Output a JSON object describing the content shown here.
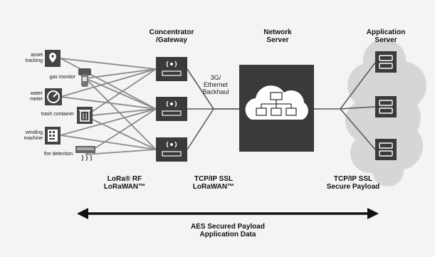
{
  "headers": {
    "concentrator_line1": "Concentrator",
    "concentrator_line2": "/Gateway",
    "network_line1": "Network",
    "network_line2": "Server",
    "app_line1": "Application",
    "app_line2": "Server"
  },
  "backhaul": {
    "line1": "3G/",
    "line2": "Ethernet",
    "line3": "Backhaul"
  },
  "devices": [
    {
      "label_line1": "asset",
      "label_line2": "tracking",
      "icon": "location-pin-icon"
    },
    {
      "label_line1": "gas monitor",
      "label_line2": "",
      "icon": "gas-monitor-icon"
    },
    {
      "label_line1": "water",
      "label_line2": "meter",
      "icon": "meter-gauge-icon"
    },
    {
      "label_line1": "trash container",
      "label_line2": "",
      "icon": "trash-can-icon"
    },
    {
      "label_line1": "vending",
      "label_line2": "machine",
      "icon": "vending-machine-icon"
    },
    {
      "label_line1": "fire detection",
      "label_line2": "",
      "icon": "fire-detector-icon"
    }
  ],
  "protocols": {
    "rf_line1": "LoRa® RF",
    "rf_line2": "LoRaWAN™",
    "tcp_line1": "TCP/IP SSL",
    "tcp_line2": "LoRaWAN™",
    "secure_line1": "TCP/IP SSL",
    "secure_line2": "Secure Payload"
  },
  "arrow_caption": {
    "line1": "AES Secured Payload",
    "line2": "Application Data"
  },
  "colors": {
    "panel_dark": "#3a3a3a",
    "line_gray": "#8a8a8a",
    "cloud_gray": "#d6d6d6",
    "background": "#f4f4f4"
  }
}
